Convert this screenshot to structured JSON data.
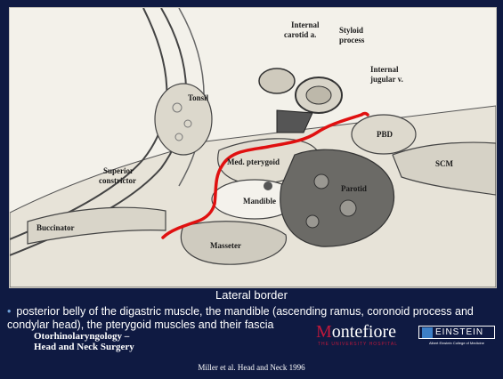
{
  "figure": {
    "labels": {
      "internal_carotid": [
        "Internal",
        "carotid a."
      ],
      "styloid_process": [
        "Styloid",
        "process"
      ],
      "internal_jugular": [
        "Internal",
        "jugular v."
      ],
      "tonsil": "Tonsil",
      "pbd": "PBD",
      "scm": "SCM",
      "superior_constrictor": [
        "Superior",
        "constrictor"
      ],
      "med_pterygoid": "Med. pterygoid",
      "mandible": "Mandible",
      "parotid": "Parotid",
      "buccinator": "Buccinator",
      "masseter": "Masseter"
    },
    "colors": {
      "red_line": "#e01010"
    }
  },
  "caption": "Lateral border",
  "bullet": "posterior belly of the digastric muscle, the mandible (ascending ramus, coronoid process and condylar head), the pterygoid muscles and their fascia",
  "department": [
    "Otorhinolaryngology –",
    "Head and Neck Surgery"
  ],
  "citation": "Miller et al. Head and Neck 1996",
  "logos": {
    "montefiore": "ontefiore",
    "montefiore_initial": "M",
    "montefiore_sub": "THE UNIVERSITY HOSPITAL",
    "einstein": "EINSTEIN",
    "einstein_sub": "Albert Einstein College of Medicine"
  }
}
